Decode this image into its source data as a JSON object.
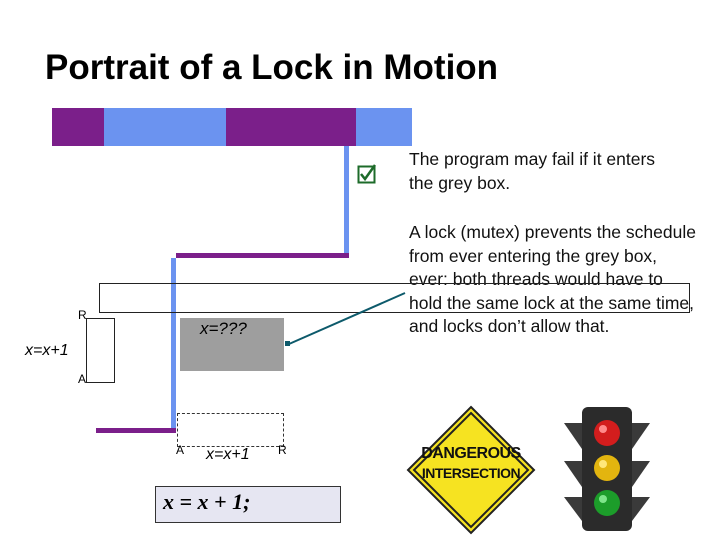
{
  "slide": {
    "title": "Portrait of a Lock in Motion"
  },
  "notes": {
    "note1": "The program may fail if it enters the grey box.",
    "note2": "A lock (mutex) prevents the schedule from ever entering the grey box, ever: both threads would have to hold the same lock at the same time, and locks don’t allow that."
  },
  "diagram": {
    "r_top": "R",
    "a_left": "A",
    "x_stmt_left": "x=x+1",
    "x_unknown": "x=???",
    "a_bottom": "A",
    "x_stmt_bottom": "x=x+1",
    "r_bottom": "R",
    "code": "x = x + 1;"
  },
  "colors": {
    "thread1": "#7b1f8a",
    "thread2": "#6b93f0",
    "grey_box": "#9e9e9e",
    "code_box": "#e6e6f2"
  },
  "icons": {
    "check": "checkbox-check-icon",
    "sign": "dangerous-intersection-sign",
    "light": "traffic-light"
  },
  "sign_text": {
    "line1": "DANGEROUS",
    "line2": "INTERSECTION"
  }
}
